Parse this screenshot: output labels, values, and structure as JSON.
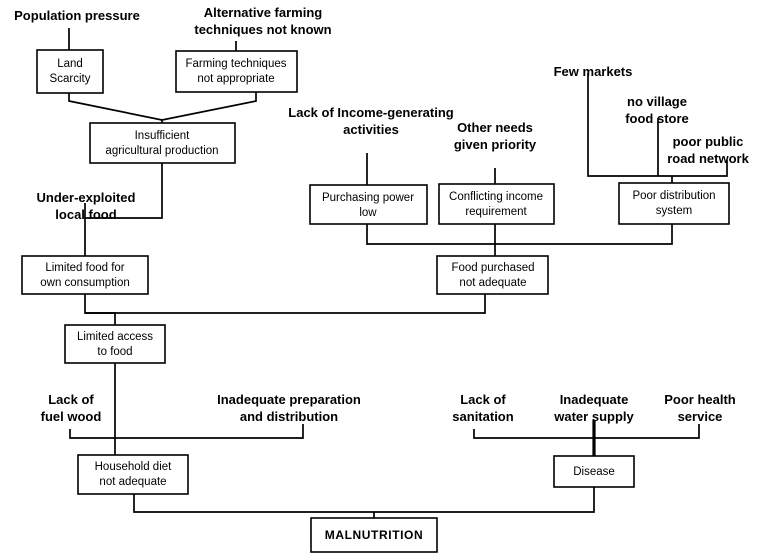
{
  "diagram": {
    "title": "Causes of malnutrition flow chart",
    "colors": {
      "background": "#ffffff",
      "stroke": "#000000",
      "box_fill": "#ffffff"
    },
    "boxes": [
      {
        "id": "land-scarcity",
        "line1": "Land",
        "line2": "Scarcity"
      },
      {
        "id": "farming-techniques",
        "line1": "Farming techniques",
        "line2": "not appropriate"
      },
      {
        "id": "insufficient-agri",
        "line1": "Insufficient",
        "line2": "agricultural  production"
      },
      {
        "id": "purchasing-power",
        "line1": "Purchasing power",
        "line2": "low"
      },
      {
        "id": "conflicting-income",
        "line1": "Conflicting income",
        "line2": "requirement"
      },
      {
        "id": "poor-distribution",
        "line1": "Poor distribution",
        "line2": "system"
      },
      {
        "id": "limited-food-own",
        "line1": "Limited food for",
        "line2": "own consumption"
      },
      {
        "id": "food-purchased",
        "line1": "Food purchased",
        "line2": "not adequate"
      },
      {
        "id": "limited-access",
        "line1": "Limited access",
        "line2": "to food"
      },
      {
        "id": "household-diet",
        "line1": "Household diet",
        "line2": "not adequate"
      },
      {
        "id": "disease",
        "line1": "Disease",
        "line2": ""
      },
      {
        "id": "malnutrition",
        "line1": "MALNUTRITION",
        "line2": ""
      }
    ],
    "external_labels": [
      {
        "id": "population-pressure",
        "line1": "Population pressure",
        "line2": ""
      },
      {
        "id": "alternative-farming",
        "line1": "Alternative farming",
        "line2": "techniques not known"
      },
      {
        "id": "lack-income-generating",
        "line1": "Lack of Income-generating",
        "line2": "activities"
      },
      {
        "id": "other-needs",
        "line1": "Other needs",
        "line2": "given priority"
      },
      {
        "id": "few-markets",
        "line1": "Few markets",
        "line2": ""
      },
      {
        "id": "no-village-food-store",
        "line1": "no village",
        "line2": "food store"
      },
      {
        "id": "poor-public-road",
        "line1": "poor public",
        "line2": "road network"
      },
      {
        "id": "under-exploited",
        "line1": "Under-exploited",
        "line2": "local  food"
      },
      {
        "id": "lack-fuel-wood",
        "line1": "Lack of",
        "line2": "fuel wood"
      },
      {
        "id": "inadequate-preparation",
        "line1": "Inadequate preparation",
        "line2": "and distribution"
      },
      {
        "id": "lack-sanitation",
        "line1": "Lack of",
        "line2": "sanitation"
      },
      {
        "id": "inadequate-water",
        "line1": "Inadequate",
        "line2": "water supply"
      },
      {
        "id": "poor-health-service",
        "line1": "Poor health",
        "line2": "service"
      }
    ]
  }
}
